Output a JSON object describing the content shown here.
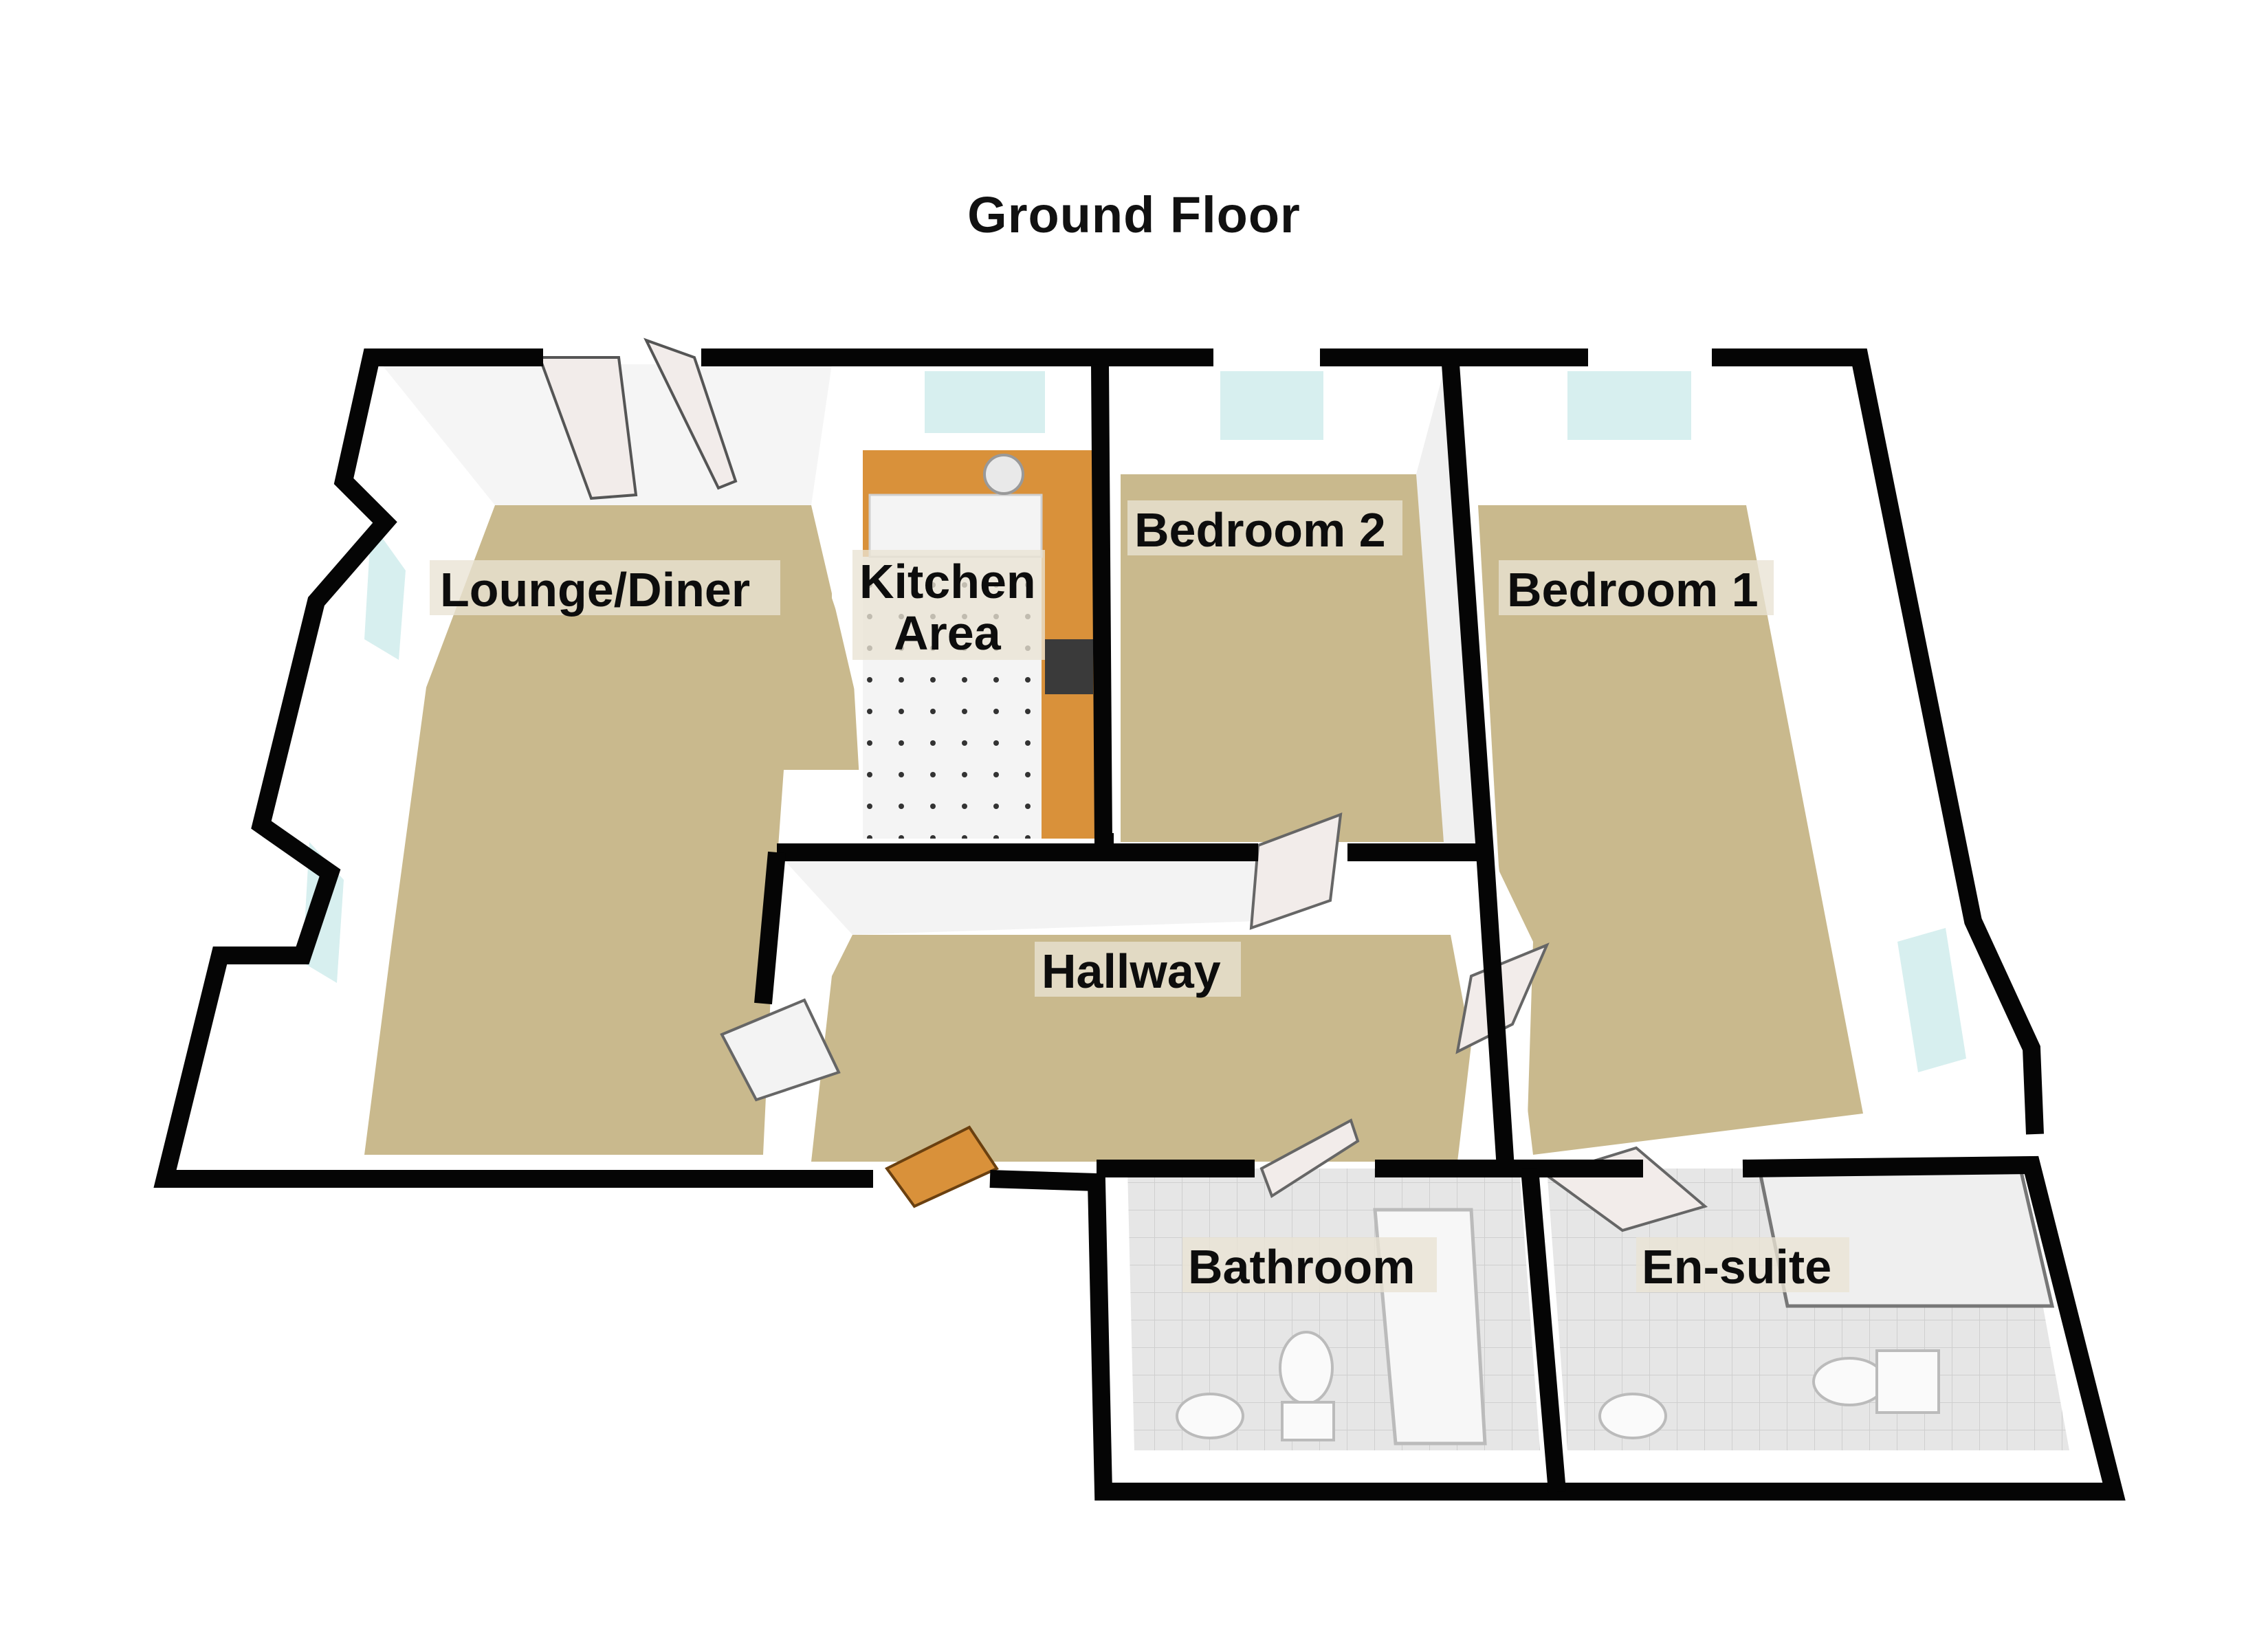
{
  "title": "Ground Floor",
  "rooms": {
    "lounge": "Lounge/Diner",
    "kitchen_line1": "Kitchen",
    "kitchen_line2": "Area",
    "bedroom2": "Bedroom 2",
    "bedroom1": "Bedroom 1",
    "hallway": "Hallway",
    "bathroom": "Bathroom",
    "ensuite": "En-suite"
  },
  "colors": {
    "wall": "#050505",
    "carpet": "#c9b98d",
    "wall_face": "#ffffff",
    "window_glass": "#d7efef",
    "worktop": "#d9913a",
    "tile_floor": "#f2f2f2",
    "bath_tile": "#e3e3e3",
    "door": "#f2ecea"
  }
}
